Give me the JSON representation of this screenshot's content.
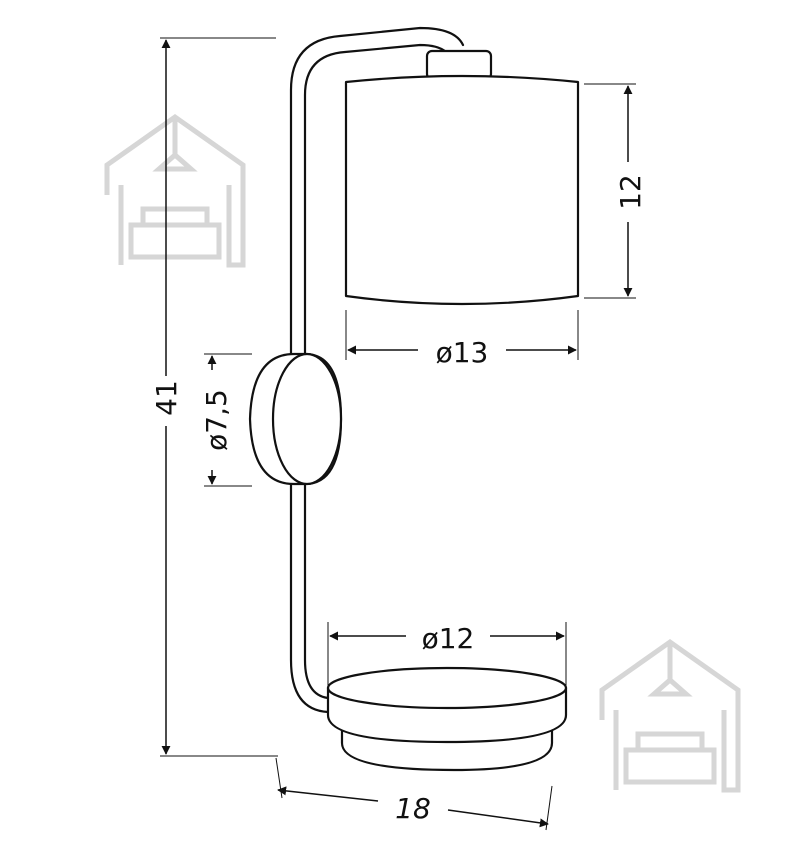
{
  "dimensions": {
    "height_total": "41",
    "shade_height": "12",
    "shade_diameter": "ø13",
    "knob_diameter": "ø7,5",
    "base_diameter": "ø12",
    "depth": "18"
  },
  "colors": {
    "line": "#111111",
    "watermark": "#d6d6d6",
    "background": "#ffffff"
  },
  "icons": {
    "watermark": "house-sofa-icon"
  }
}
